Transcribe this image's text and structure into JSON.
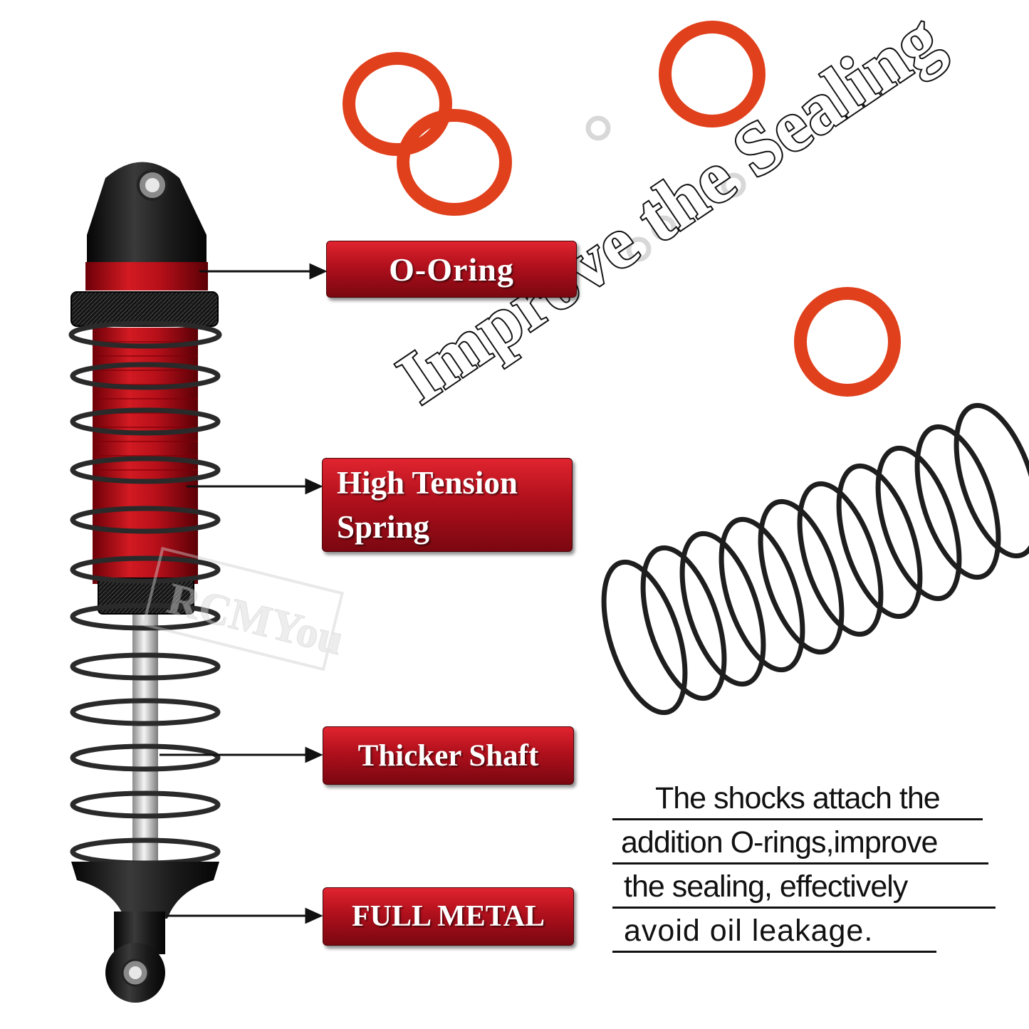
{
  "labels": {
    "oring": "O-Oring",
    "spring_line1": "High Tension",
    "spring_line2": "Spring",
    "shaft": "Thicker Shaft",
    "metal": "FULL METAL"
  },
  "headline": "Improve the Sealing",
  "watermark": "RCMYou",
  "description": {
    "line1": "The shocks attach the",
    "line2": "addition O-rings,improve",
    "line3": "the sealing, effectively",
    "line4": "avoid oil leakage."
  },
  "colors": {
    "label_red": "#b0101c",
    "oring_orange": "#e0401c",
    "body_red": "#c4141e",
    "spring_black": "#1e1e1e"
  }
}
